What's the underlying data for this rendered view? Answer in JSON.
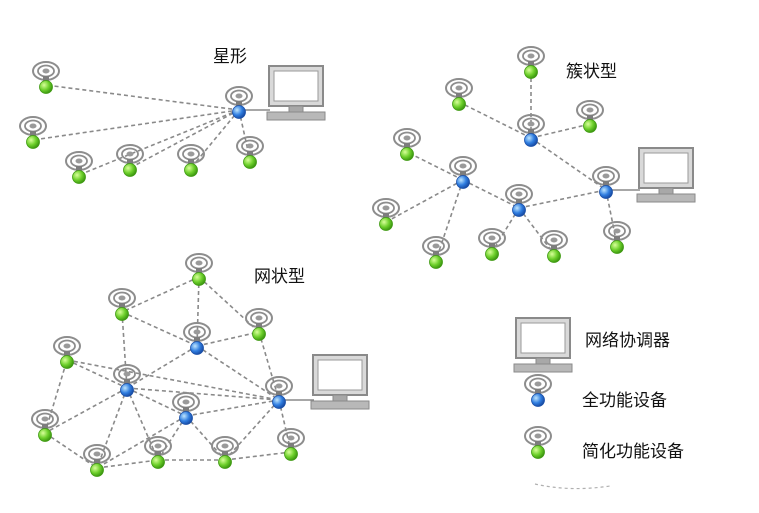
{
  "colors": {
    "full_function_device": "#2f7de0",
    "reduced_function_device": "#6ccf2a",
    "link": "#8a8a8a",
    "coordinator": "#a8a8a8"
  },
  "topologies": {
    "star": {
      "title": "星形"
    },
    "cluster": {
      "title": "簇状型"
    },
    "mesh": {
      "title": "网状型"
    }
  },
  "legend": {
    "coordinator": "网络协调器",
    "full_function_device": "全功能设备",
    "reduced_function_device": "简化功能设备"
  },
  "icons": {
    "coordinator": "computer-monitor-icon",
    "full_function_device": "blue-node-antenna-icon",
    "reduced_function_device": "green-node-antenna-icon"
  }
}
